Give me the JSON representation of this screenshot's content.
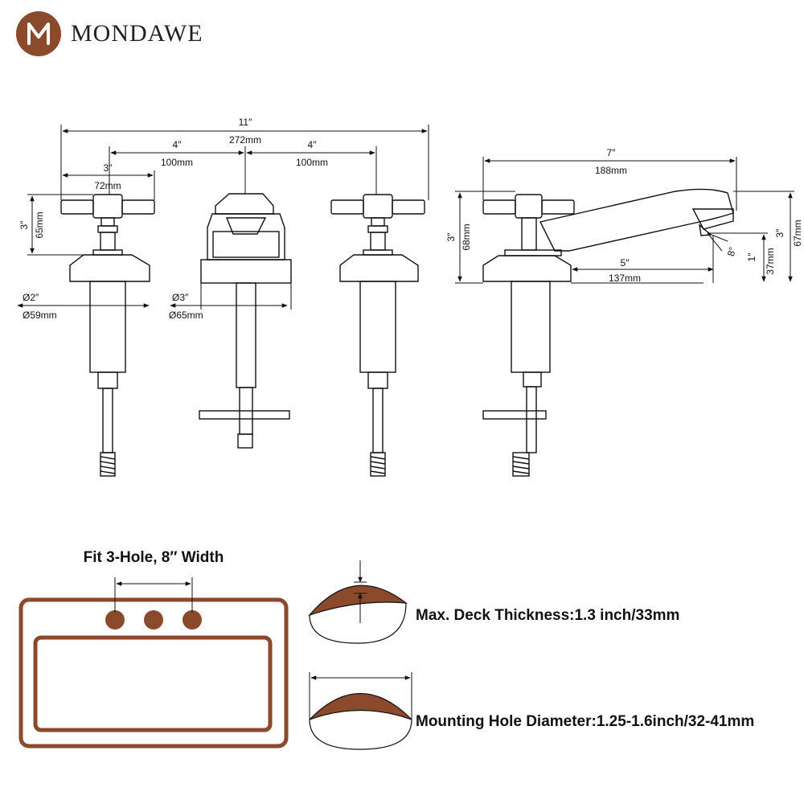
{
  "brand": {
    "name": "MONDAWE",
    "accent": "#8b4a2b"
  },
  "dimensions": {
    "total_width_in": "11″",
    "total_width_mm": "272mm",
    "left_spacing_in": "4″",
    "left_spacing_mm": "100mm",
    "right_spacing_in": "4″",
    "right_spacing_mm": "100mm",
    "handle_width_in": "3″",
    "handle_width_mm": "72mm",
    "handle_height_in": "3″",
    "handle_height_mm": "65mm",
    "handle_base_in": "Ø2″",
    "handle_base_mm": "Ø59mm",
    "spout_base_in": "Ø3″",
    "spout_base_mm": "Ø65mm",
    "side_length_in": "7″",
    "side_length_mm": "188mm",
    "side_height_in": "3″",
    "side_height_mm": "68mm",
    "spout_reach_in": "5″",
    "spout_reach_mm": "137mm",
    "spout_height_in": "3″",
    "spout_height_mm": "67mm",
    "aerator_height_in": "1″",
    "aerator_height_mm": "37mm",
    "angle": "8°"
  },
  "install": {
    "fit_label": "Fit 3-Hole, 8″ Width",
    "deck_label": "Max. Deck Thickness:1.3 inch/33mm",
    "hole_label": "Mounting Hole Diameter:1.25-1.6inch/32-41mm"
  }
}
